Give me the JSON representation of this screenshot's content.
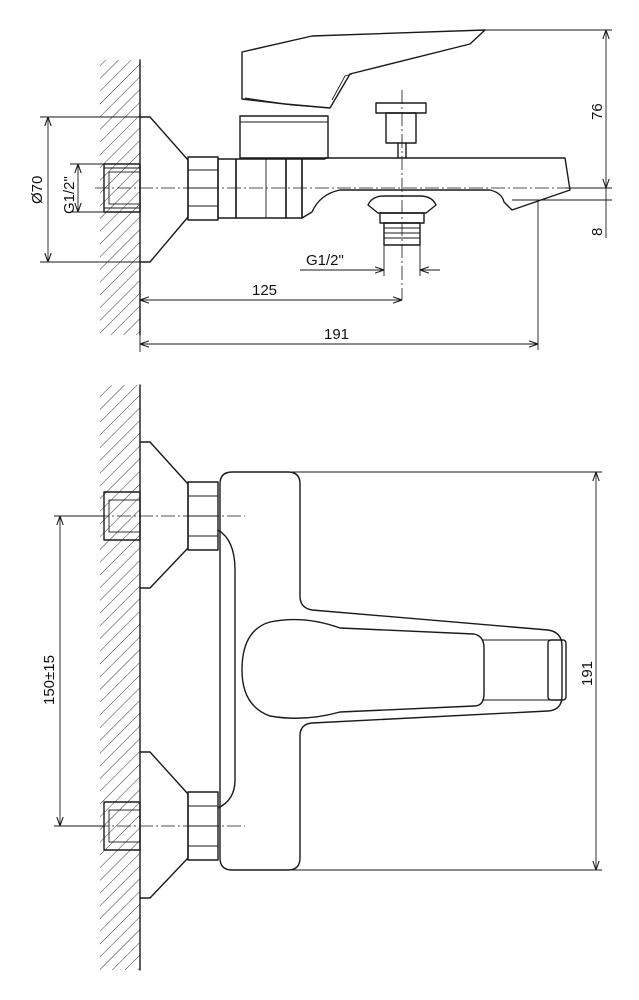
{
  "labels": {
    "dim_top_76": "76",
    "dim_top_8": "8",
    "dim_top_125": "125",
    "dim_top_191": "191",
    "dim_top_dia70": "Ø70",
    "thread_wall": "G1/2\"",
    "thread_outlet": "G1/2\"",
    "dim_bottom_150": "150±15",
    "dim_bottom_191": "191"
  }
}
